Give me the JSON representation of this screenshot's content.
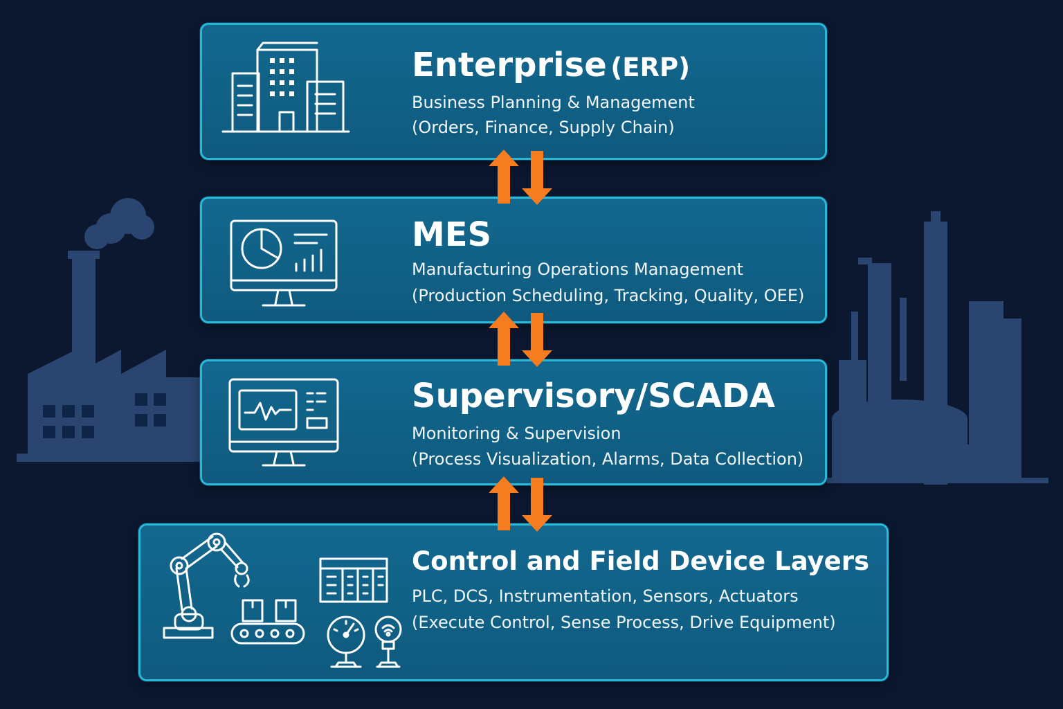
{
  "layers": [
    {
      "id": "erp",
      "title": "Enterprise",
      "title_suffix": "(ERP)",
      "line1": "Business Planning & Management",
      "line2": "(Orders, Finance, Supply Chain)",
      "icon": "office-building-icon"
    },
    {
      "id": "mes",
      "title": "MES",
      "line1": "Manufacturing Operations Management",
      "line2": "(Production Scheduling, Tracking, Quality, OEE)",
      "icon": "dashboard-monitor-icon"
    },
    {
      "id": "scada",
      "title": "Supervisory/SCADA",
      "line1": "Monitoring & Supervision",
      "line2": "(Process Visualization, Alarms, Data Collection)",
      "icon": "trend-monitor-icon"
    },
    {
      "id": "field",
      "title": "Control and Field Device Layers",
      "line1": "PLC, DCS, Instrumentation, Sensors, Actuators",
      "line2": "(Execute Control, Sense Process, Drive Equipment)",
      "icons": [
        "robot-arm-icon",
        "conveyor-icon",
        "plc-rack-icon",
        "pressure-gauge-icon",
        "sensor-icon"
      ]
    }
  ],
  "colors": {
    "background": "#0b1830",
    "box_fill": "#13688f",
    "box_border": "#2ab8d9",
    "arrow": "#f57c1f",
    "silhouette": "#2a4670",
    "icon_stroke": "#ffffff"
  }
}
